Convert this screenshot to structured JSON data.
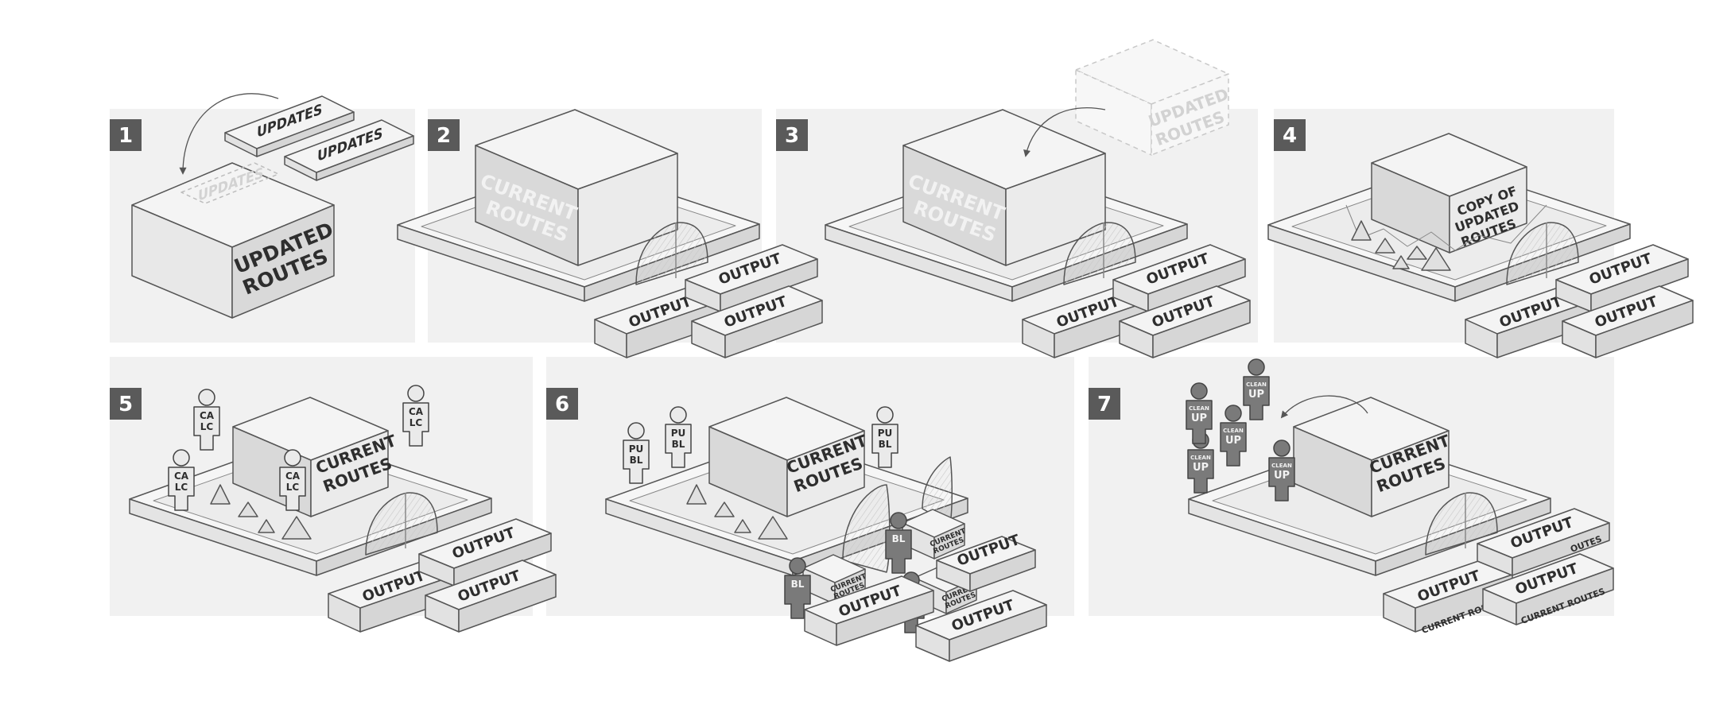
{
  "steps": [
    {
      "number": "1",
      "labels": {
        "updates_a": "UPDATES",
        "updates_b": "UPDATES",
        "ghost": "UPDATES",
        "box_line1": "UPDATED",
        "box_line2": "ROUTES"
      }
    },
    {
      "number": "2",
      "labels": {
        "box_line1": "CURRENT",
        "box_line2": "ROUTES",
        "out1": "OUTPUT",
        "out2": "OUTPUT",
        "out3": "OUTPUT"
      }
    },
    {
      "number": "3",
      "labels": {
        "box_line1": "CURRENT",
        "box_line2": "ROUTES",
        "ghost_line1": "UPDATED",
        "ghost_line2": "ROUTES",
        "out1": "OUTPUT",
        "out2": "OUTPUT",
        "out3": "OUTPUT"
      }
    },
    {
      "number": "4",
      "labels": {
        "box_line1": "COPY OF",
        "box_line2": "UPDATED",
        "box_line3": "ROUTES",
        "out1": "OUTPUT",
        "out2": "OUTPUT",
        "out3": "OUTPUT"
      }
    },
    {
      "number": "5",
      "labels": {
        "box_line1": "CURRENT",
        "box_line2": "ROUTES",
        "worker_a": "CA",
        "worker_b": "LC",
        "out1": "OUTPUT",
        "out2": "OUTPUT",
        "out3": "OUTPUT"
      }
    },
    {
      "number": "6",
      "labels": {
        "box_line1": "CURRENT",
        "box_line2": "ROUTES",
        "worker_a": "PU",
        "worker_b": "BL",
        "mini_line1": "CURRENT",
        "mini_line2": "ROUTES",
        "out1": "OUTPUT",
        "out2": "OUTPUT",
        "out3": "OUTPUT"
      }
    },
    {
      "number": "7",
      "labels": {
        "box_line1": "CURRENT",
        "box_line2": "ROUTES",
        "worker_a": "CLEAN",
        "worker_b": "UP",
        "out1": "OUTPUT",
        "out2": "OUTPUT",
        "sub1": "CURRENT ROUTES",
        "sub2": "CURRENT ROUTES",
        "sub3": "OUTES"
      }
    }
  ],
  "colors": {
    "panel": "#f1f1f1",
    "badge": "#5a5a5a",
    "stroke": "#555555",
    "box_front": "#d9d9d9",
    "box_top": "#f4f4f4",
    "box_side": "#e8e8e8",
    "worker": "#7a7a7a"
  }
}
